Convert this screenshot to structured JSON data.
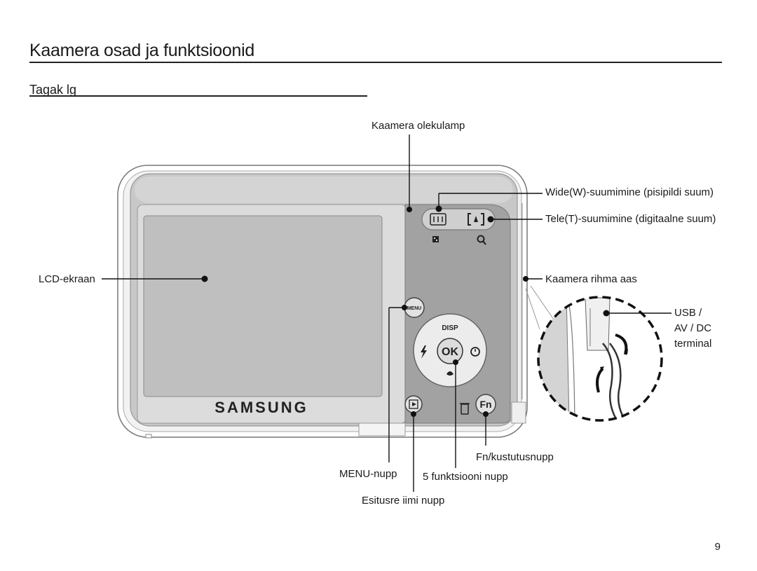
{
  "page": {
    "title": "Kaamera osad ja funktsioonid",
    "subtitle": "Tagak lg",
    "page_number": "9"
  },
  "labels": {
    "status_lamp": "Kaamera olekulamp",
    "zoom_wide": "Wide(W)-suumimine (pisipildi suum)",
    "zoom_tele": "Tele(T)-suumimine (digitaalne suum)",
    "lcd": "LCD-ekraan",
    "strap": "Kaamera rihma aas",
    "usb_line1": "USB /",
    "usb_line2": "AV / DC",
    "usb_line3": "terminal",
    "fn_delete": "Fn/kustutusnupp",
    "menu": "MENU-nupp",
    "five_function": "5 funktsiooni nupp",
    "playback": "Esitusre iimi nupp"
  },
  "camera": {
    "brand": "SAMSUNG",
    "menu_text": "MENU",
    "disp_text": "DISP",
    "ok_text": "OK",
    "fn_text": "Fn"
  },
  "colors": {
    "body_light": "#e9e9e9",
    "body_mid": "#c9c9c9",
    "panel_dark": "#9c9c9c",
    "screen": "#bdbdbd",
    "line": "#111111"
  }
}
